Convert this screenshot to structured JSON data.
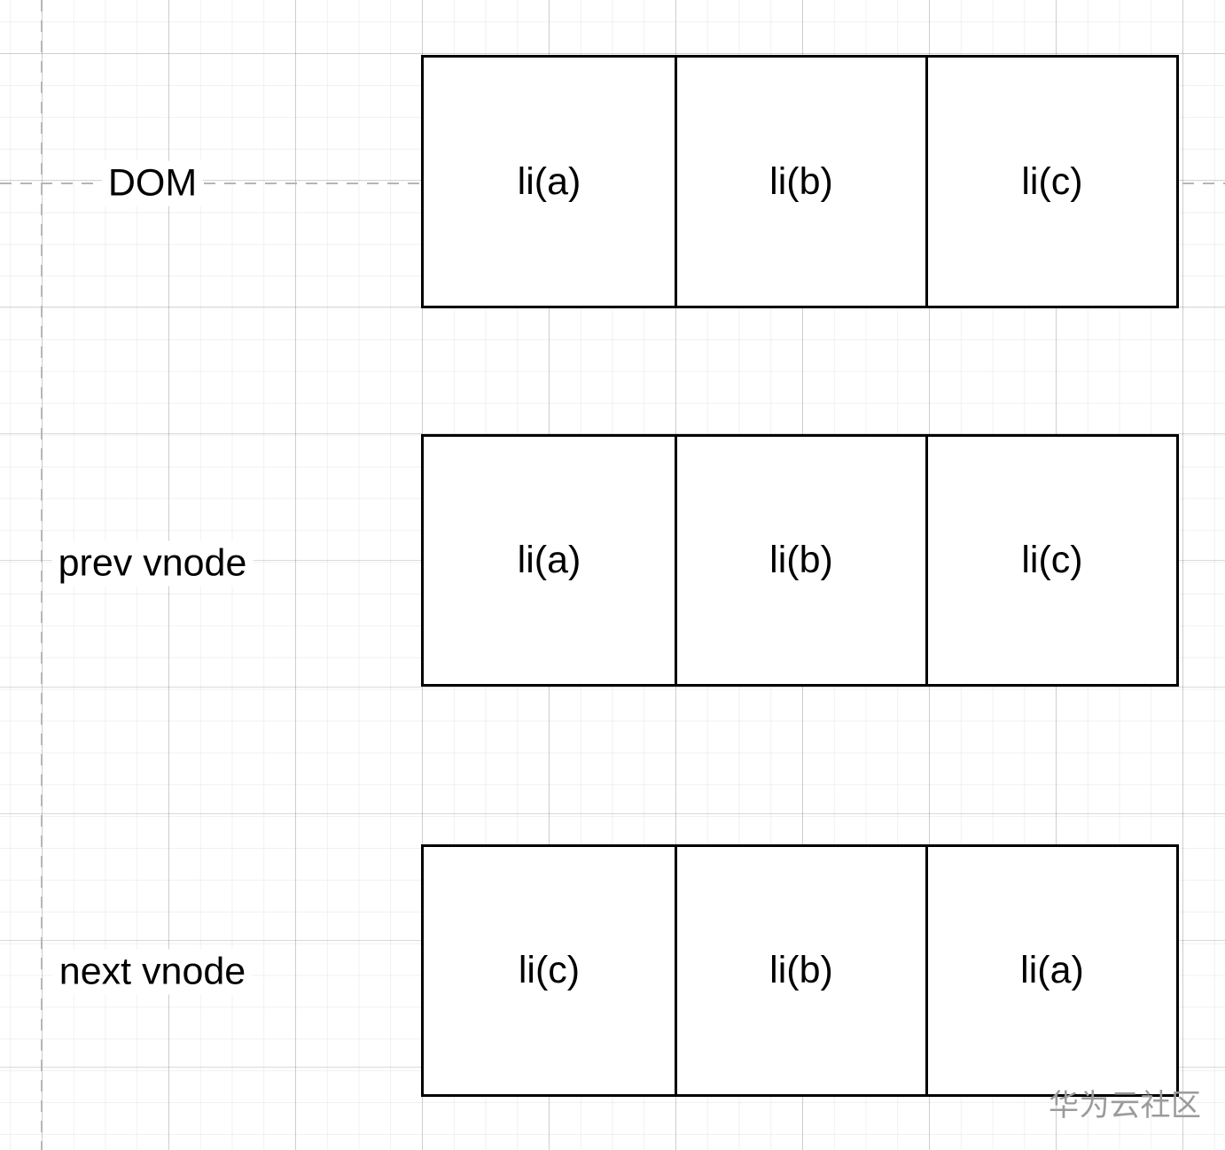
{
  "diagram": {
    "rows": [
      {
        "id": "dom",
        "label": "DOM",
        "cells": [
          "li(a)",
          "li(b)",
          "li(c)"
        ]
      },
      {
        "id": "prev",
        "label": "prev vnode",
        "cells": [
          "li(a)",
          "li(b)",
          "li(c)"
        ]
      },
      {
        "id": "next",
        "label": "next vnode",
        "cells": [
          "li(c)",
          "li(b)",
          "li(a)"
        ]
      }
    ],
    "watermark": "华为云社区",
    "colors": {
      "box_border": "#000000",
      "box_fill": "#ffffff",
      "text": "#000000",
      "watermark": "#9b9b9b",
      "grid_minor": "#f1f1f1",
      "grid_major": "#dadada",
      "page_boundary_dash": "#b5b5b5"
    }
  }
}
